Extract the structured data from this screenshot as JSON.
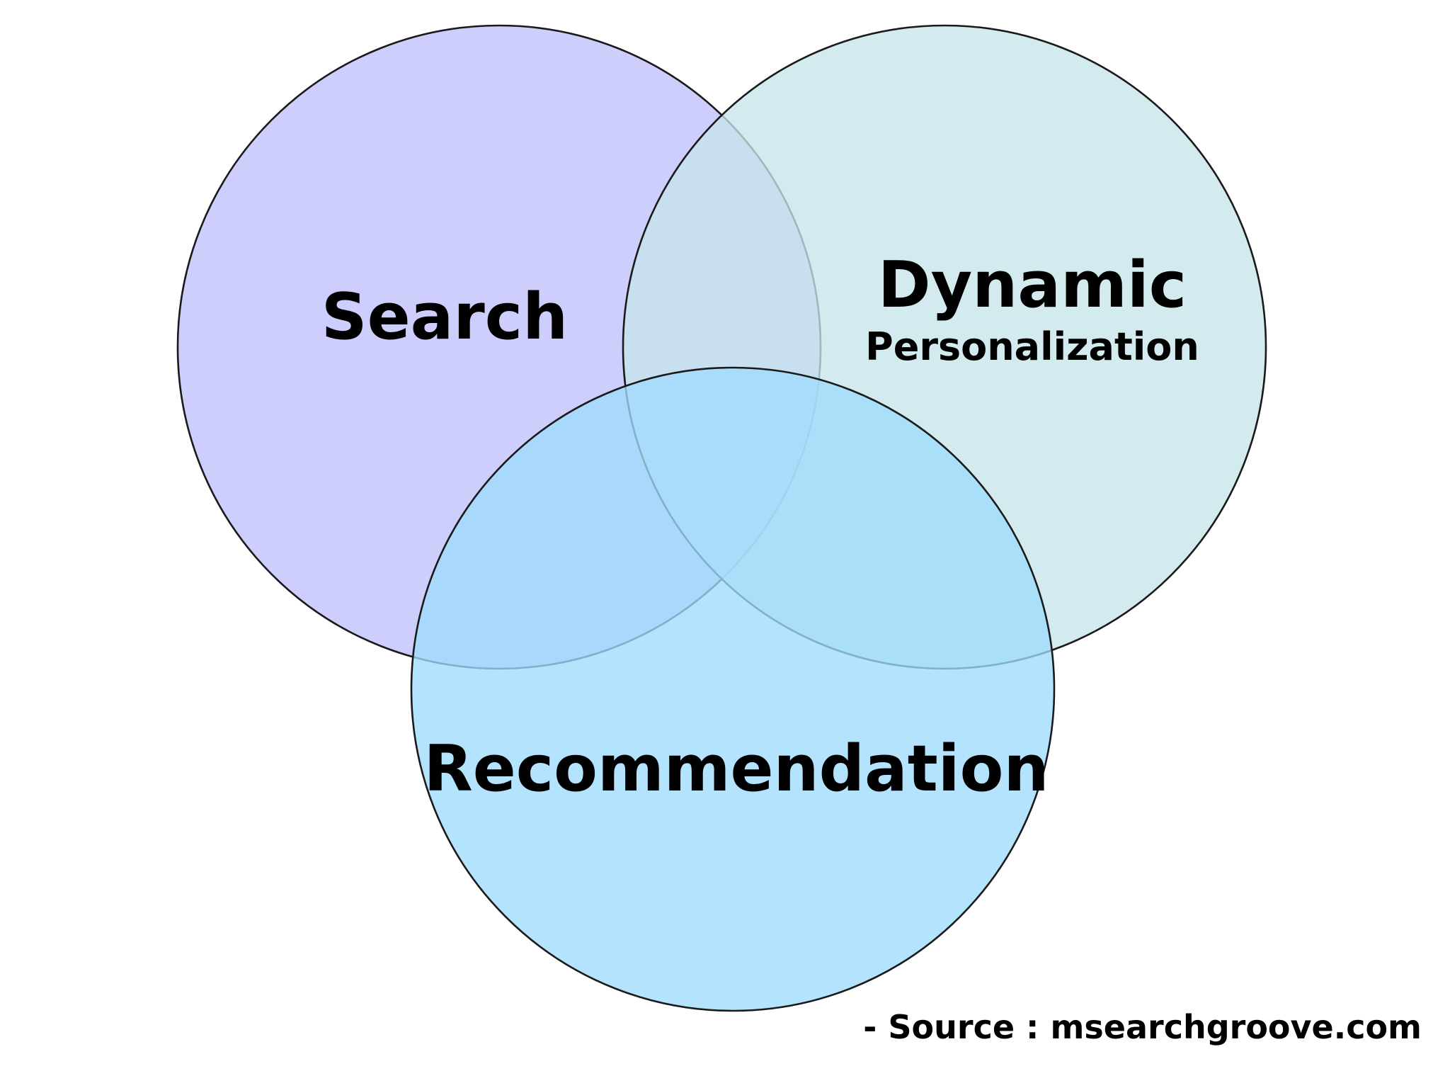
{
  "diagram": {
    "type": "venn",
    "circles": [
      {
        "id": "search",
        "label": "Search",
        "color": "#c3c3fb"
      },
      {
        "id": "dynamic",
        "label": "Dynamic",
        "sublabel": "Personalization",
        "color": "#c6e4eb"
      },
      {
        "id": "recommendation",
        "label": "Recommendation",
        "color": "#9fdbfc"
      }
    ],
    "source": "- Source : msearchgroove.com"
  }
}
